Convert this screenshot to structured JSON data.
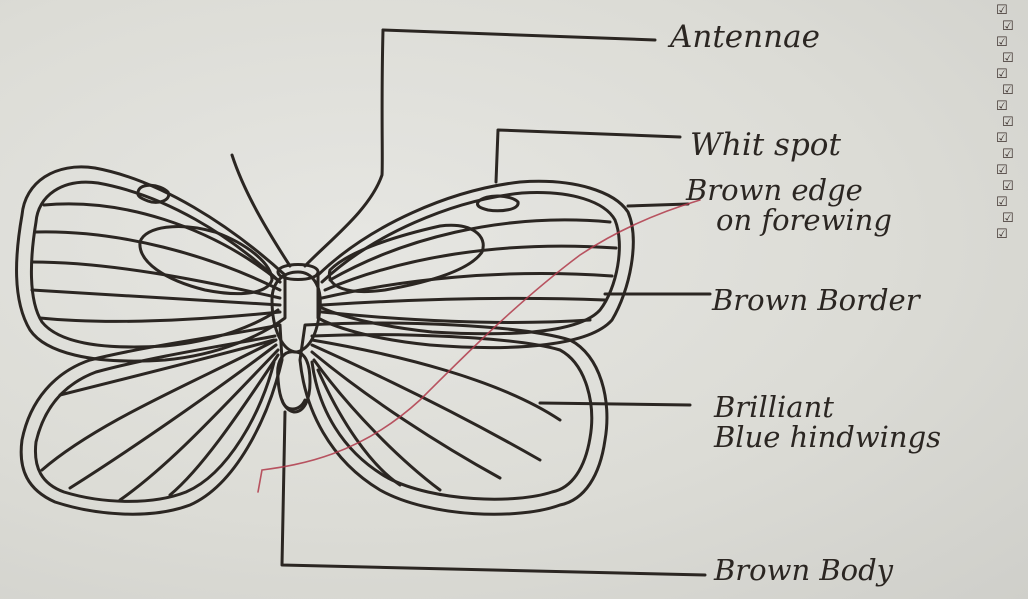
{
  "labels": {
    "antennae": "Antennae",
    "white_spot": "Whit spot",
    "brown_edge_line1": "Brown edge",
    "brown_edge_line2": "on forewing",
    "brown_border": "Brown Border",
    "blue_line1": "Brilliant",
    "blue_line2": "Blue hindwings",
    "brown_body": "Brown Body"
  },
  "colors": {
    "ink": "#2b2622",
    "paper": "#dcdcd7",
    "red_pencil": "#b03a4a"
  },
  "margin_marks": {
    "glyph": "☑",
    "count": 15
  }
}
